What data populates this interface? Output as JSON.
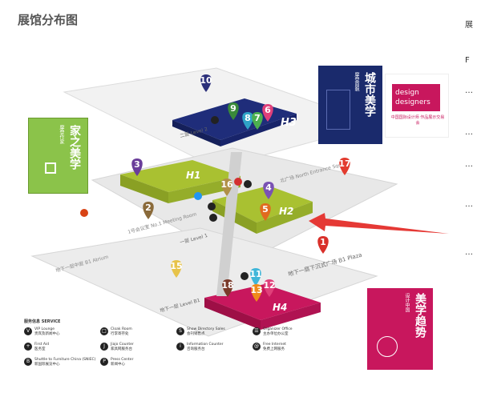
{
  "page": {
    "title": "展馆分布图"
  },
  "map": {
    "levels": {
      "l2": "二层 Level 2",
      "l1": "一层 Level 1",
      "b1": "地下一层 Level B1"
    },
    "halls": {
      "h3": "H3",
      "h1": "H1",
      "h2": "H2",
      "h4": "H4"
    },
    "areas": {
      "north_square": "北广场 North Entrance Square",
      "meeting_room": "1号会议室 No.1 Meeting Room",
      "atrium": "地下一层中庭 B1 Atrium",
      "b1_square": "地下一层下沉式广场 B1 Plaza"
    },
    "pins": [
      {
        "num": "10",
        "color": "#2b2f7a"
      },
      {
        "num": "9",
        "color": "#3a8a3a"
      },
      {
        "num": "8",
        "color": "#2fa3c7"
      },
      {
        "num": "7",
        "color": "#4caf50"
      },
      {
        "num": "6",
        "color": "#e0407a"
      },
      {
        "num": "17",
        "color": "#e23b2e"
      },
      {
        "num": "3",
        "color": "#6a3d9a"
      },
      {
        "num": "16",
        "color": "#b09048"
      },
      {
        "num": "4",
        "color": "#7a52b3"
      },
      {
        "num": "2",
        "color": "#8a6a3a"
      },
      {
        "num": "5",
        "color": "#e06b1f"
      },
      {
        "num": "1",
        "color": "#d9302a"
      },
      {
        "num": "15",
        "color": "#e7c34a"
      },
      {
        "num": "11",
        "color": "#3fb6d9"
      },
      {
        "num": "18",
        "color": "#7a3a2a"
      },
      {
        "num": "13",
        "color": "#f08a1a"
      },
      {
        "num": "12",
        "color": "#e0407a"
      }
    ],
    "banners": {
      "city_title": "城市美学",
      "city_sub": "摩登面貌",
      "home_title": "家之美学",
      "home_sub": "摩登作家",
      "trend_title": "美学趋势",
      "trend_sub": "设计中国",
      "designers_1": "design",
      "designers_2": "designers",
      "designers_cn": "中国国际设计师 作品展示交易会"
    }
  },
  "legend": {
    "title": "服务信息 SERVICE",
    "items": [
      {
        "icon": "V",
        "en": "VIP Lounge",
        "cn": "贵宾及新闻中心"
      },
      {
        "icon": "□",
        "en": "Cloak Room",
        "cn": "行李寄存处"
      },
      {
        "icon": "S",
        "en": "Show Directory Sales",
        "cn": "会刊销售点"
      },
      {
        "icon": "☰",
        "en": "Organizer Office",
        "cn": "主办单位办公室"
      },
      {
        "icon": "+",
        "en": "First Aid",
        "cn": "医务室"
      },
      {
        "icon": "J",
        "en": "Jiajo Counter",
        "cn": "家具网服务台"
      },
      {
        "icon": "i",
        "en": "Information Counter",
        "cn": "咨询服务台"
      },
      {
        "icon": "@",
        "en": "Free Internet",
        "cn": "免费上网服务"
      },
      {
        "icon": "B",
        "en": "Shuttle to Furniture China (SNIEC)",
        "cn": "新国际展览中心"
      },
      {
        "icon": "P",
        "en": "Press Center",
        "cn": "新闻中心"
      }
    ]
  },
  "colors": {
    "h3": "#1f2d7a",
    "h1": "#a9c131",
    "h2": "#a9c131",
    "h4": "#c8175d",
    "home": "#8bc34a",
    "trend": "#c8175d",
    "city": "#1a2a6c",
    "arrow": "#e53935"
  },
  "sidebar": {
    "glyphs": [
      "展",
      "F",
      "…",
      "…",
      "…",
      "…",
      "…"
    ]
  }
}
